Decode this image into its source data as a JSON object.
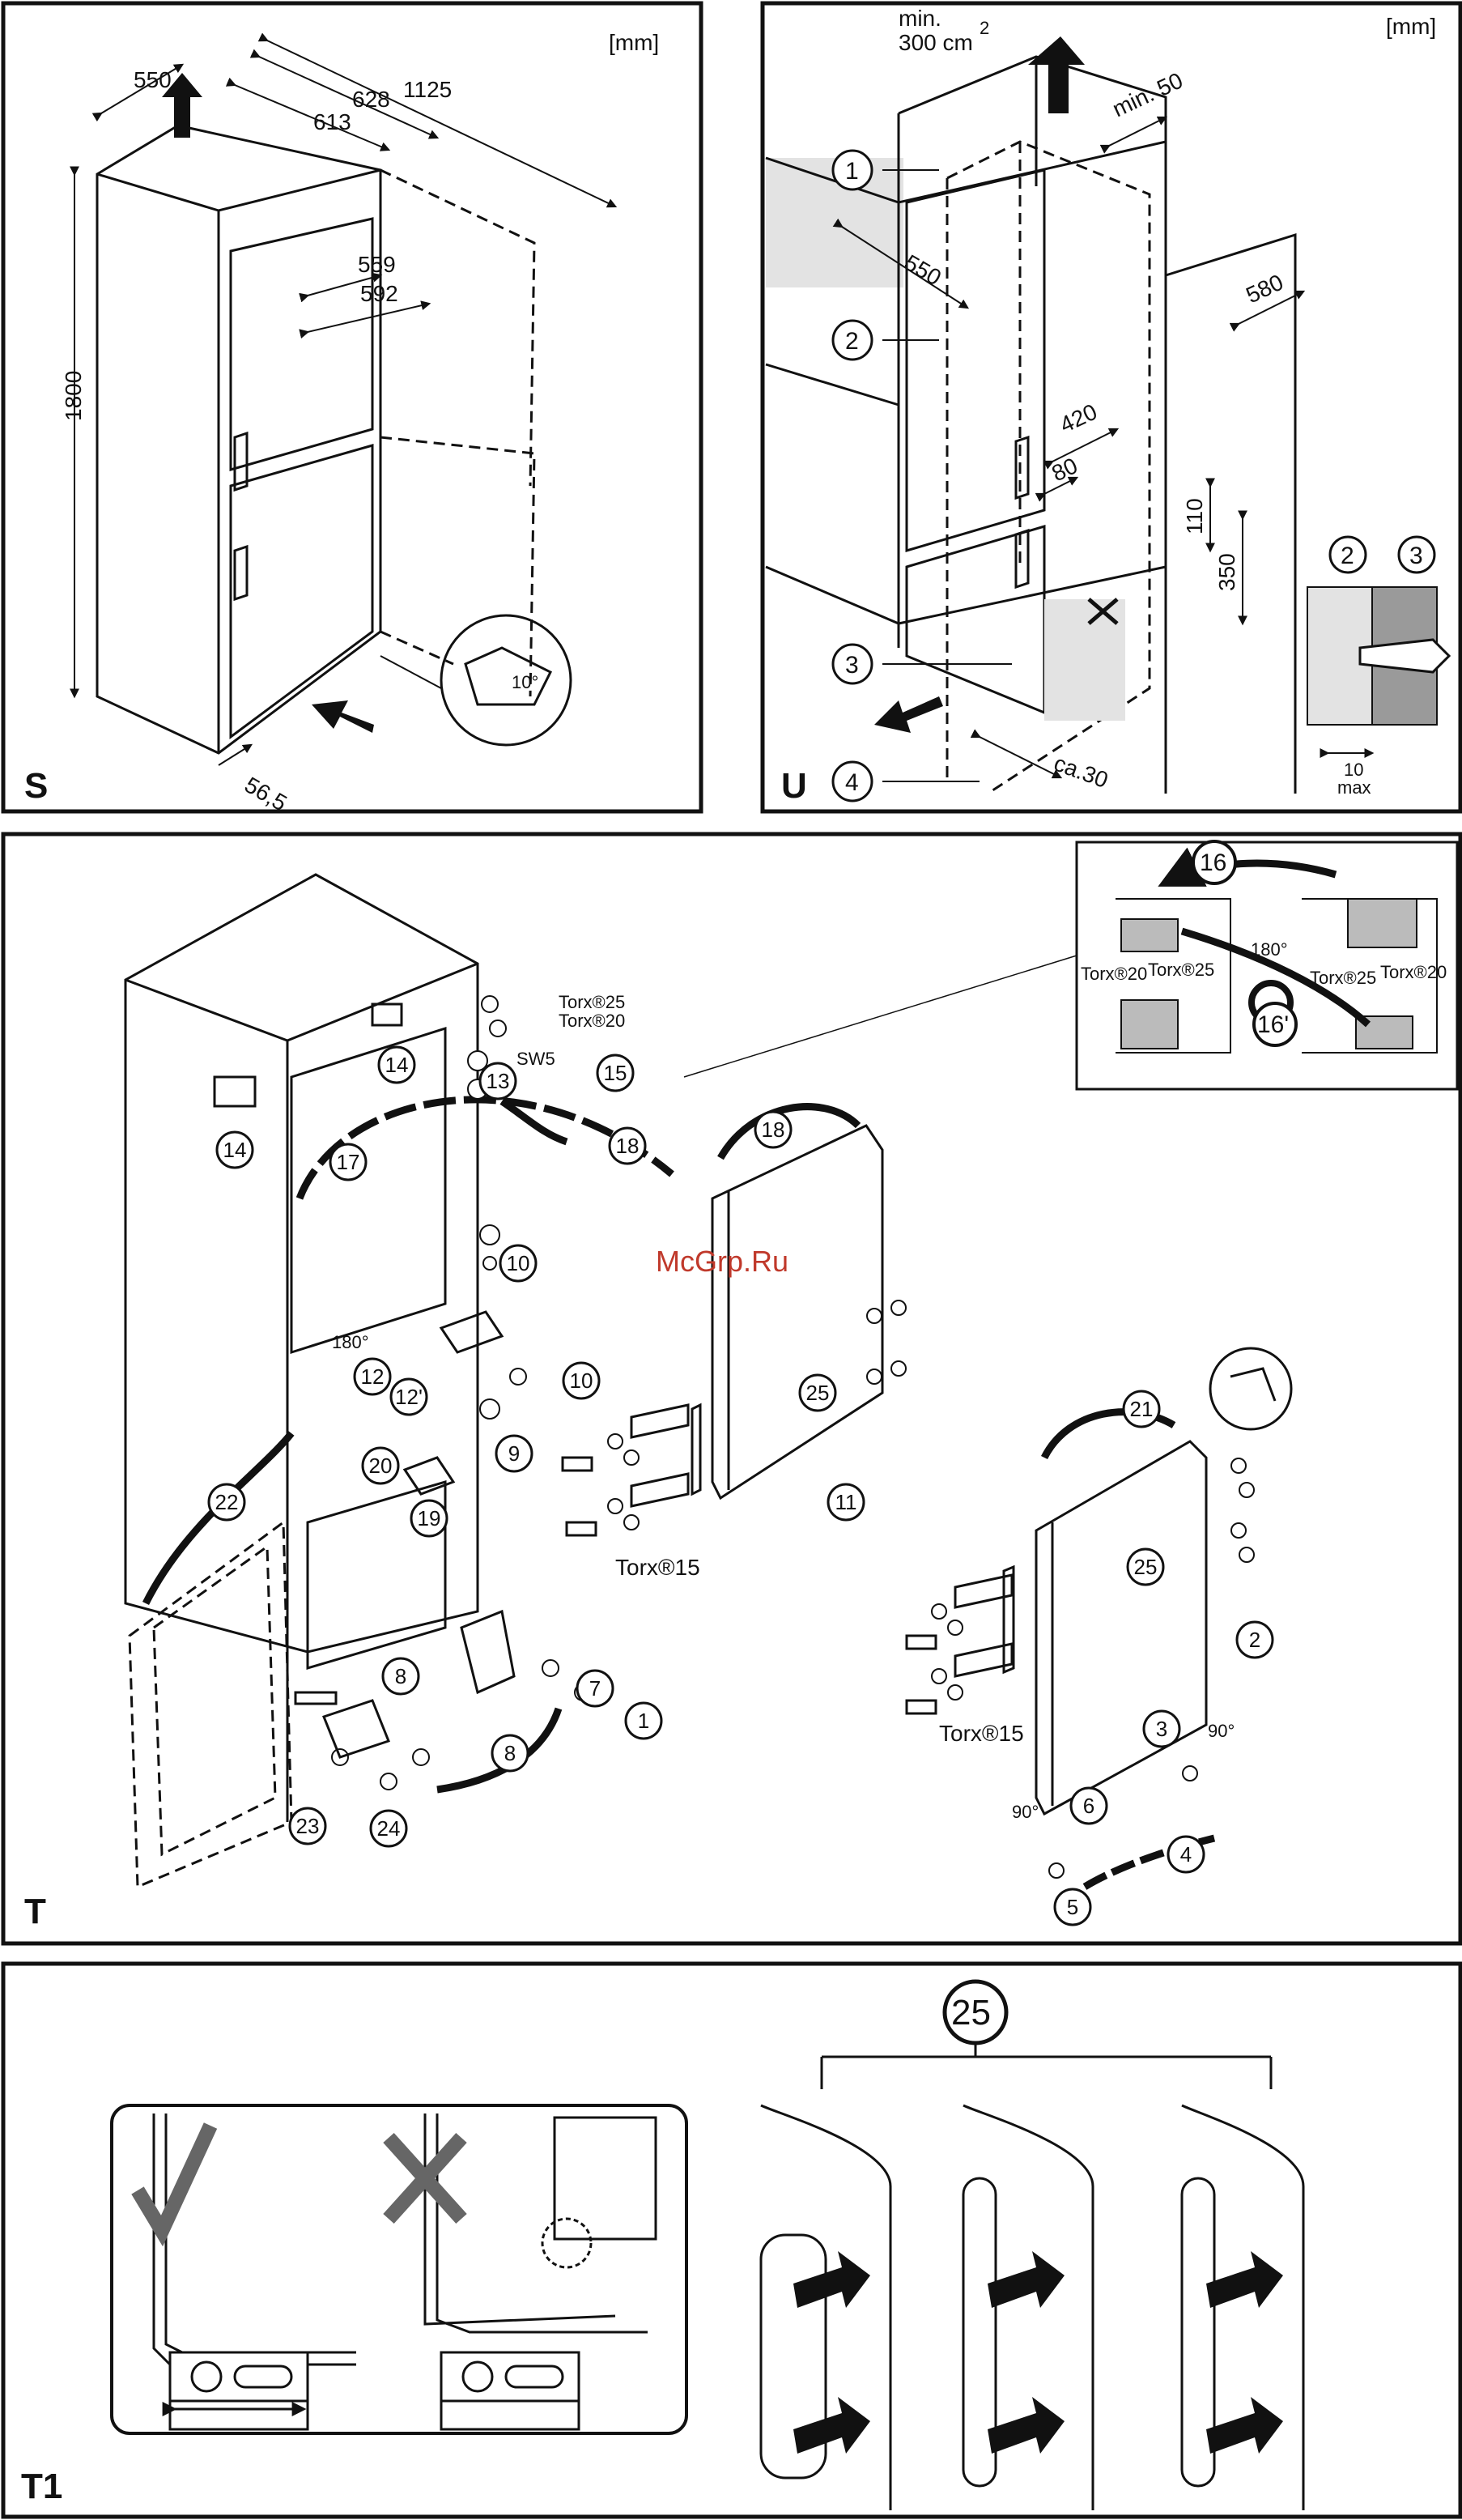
{
  "panels": {
    "S": {
      "letter": "S",
      "unit": "[mm]",
      "dims": [
        "550",
        "628",
        "1125",
        "613",
        "559",
        "592",
        "1800",
        "56,5"
      ],
      "angle": "10°"
    },
    "U": {
      "letter": "U",
      "unit": "[mm]",
      "vent_label_1": "min.",
      "vent_label_2": "300 cm",
      "vent_sup": "2",
      "min50": "min. 50",
      "dims": [
        "550",
        "580",
        "420",
        "80",
        "110",
        "350"
      ],
      "ca30": "ca.30",
      "callouts": [
        "1",
        "2",
        "3",
        "4"
      ],
      "inset_callouts": [
        "2",
        "3"
      ],
      "inset_max_1": "10",
      "inset_max_2": "max"
    },
    "T": {
      "letter": "T",
      "callouts": [
        "14",
        "14",
        "17",
        "13",
        "15",
        "18",
        "18",
        "10",
        "10",
        "12",
        "12'",
        "9",
        "20",
        "19",
        "22",
        "25",
        "11",
        "8",
        "8",
        "7",
        "1",
        "23",
        "24",
        "21",
        "25",
        "2",
        "3",
        "6",
        "4",
        "5"
      ],
      "torx_25": "Torx®25",
      "torx_20": "Torx®20",
      "torx_15_a": "Torx®15",
      "torx_15_b": "Torx®15",
      "sw5": "SW5",
      "angle_180": "180°",
      "angle_90_a": "90°",
      "angle_90_b": "90°",
      "watermark": "McGrp.Ru",
      "inset": {
        "callout_top": "16",
        "callout_bottom": "16'",
        "angle": "180°",
        "torx_20_a": "Torx®20",
        "torx_25_a": "Torx®25",
        "torx_25_b": "Torx®25",
        "torx_20_b": "Torx®20"
      }
    },
    "T1": {
      "letter": "T1",
      "callout": "25"
    }
  }
}
